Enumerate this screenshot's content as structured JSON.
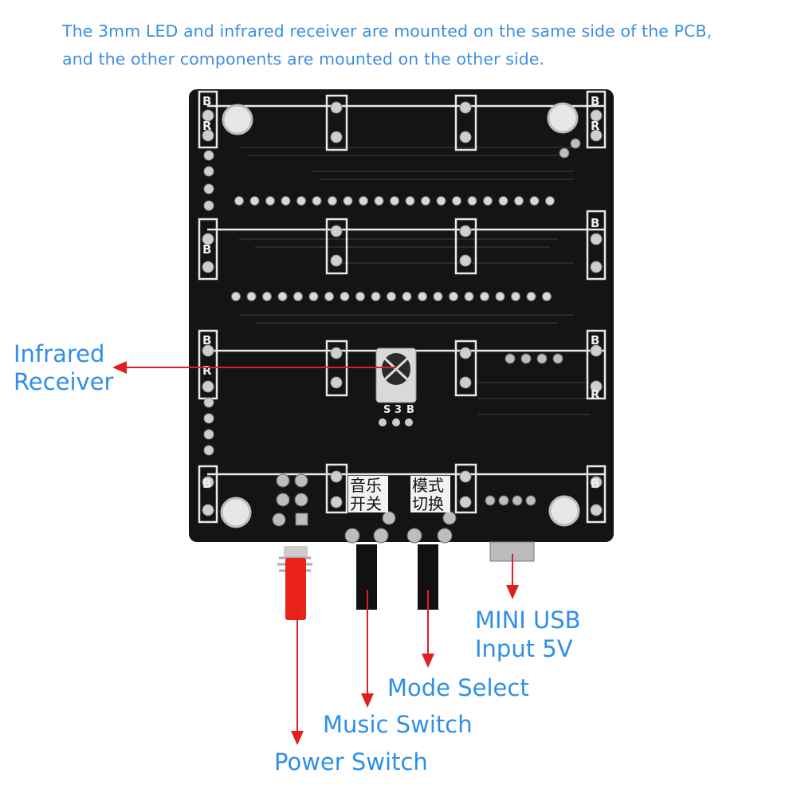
{
  "header": {
    "line1": "The 3mm LED and infrared receiver are mounted on the same side of the PCB,",
    "line2": "and the other components are mounted on the other side."
  },
  "callouts": {
    "infrared_receiver": [
      "Infrared",
      "Receiver"
    ],
    "mini_usb": [
      "MINI USB",
      "Input 5V"
    ],
    "mode_select": "Mode Select",
    "music_switch": "Music Switch",
    "power_switch": "Power Switch"
  },
  "pcb_silkscreen": {
    "blue": "B",
    "red": "R",
    "ir_pins": [
      "S",
      "3",
      "B"
    ],
    "music_switch_cn": [
      "音乐",
      "开关"
    ],
    "mode_switch_cn": [
      "模式",
      "切换"
    ]
  },
  "colors": {
    "text_blue": "#3d8fe0",
    "arrow_red": "#e02020",
    "pcb": "#111111"
  }
}
